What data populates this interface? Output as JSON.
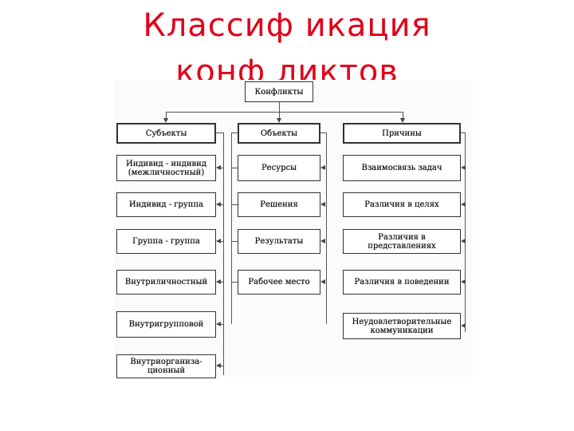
{
  "title": {
    "line1": "Классиф икация",
    "line2": "конф ликтов"
  },
  "diagram": {
    "root": "Конфликты",
    "columns": [
      {
        "header": "Субъекты",
        "items": [
          "Индивид - индивид (межличностный)",
          "Индивид - группа",
          "Группа - группа",
          "Внутриличностный",
          "Внутригрупповой",
          "Внутриорганиза-ционный"
        ]
      },
      {
        "header": "Объекты",
        "items": [
          "Ресурсы",
          "Решения",
          "Результаты",
          "Рабочее место"
        ]
      },
      {
        "header": "Причины",
        "items": [
          "Взаимосвязь задач",
          "Различия в целях",
          "Различия в представлениях",
          "Различия в поведении",
          "Неудовлетворительные коммуникации"
        ]
      }
    ]
  }
}
